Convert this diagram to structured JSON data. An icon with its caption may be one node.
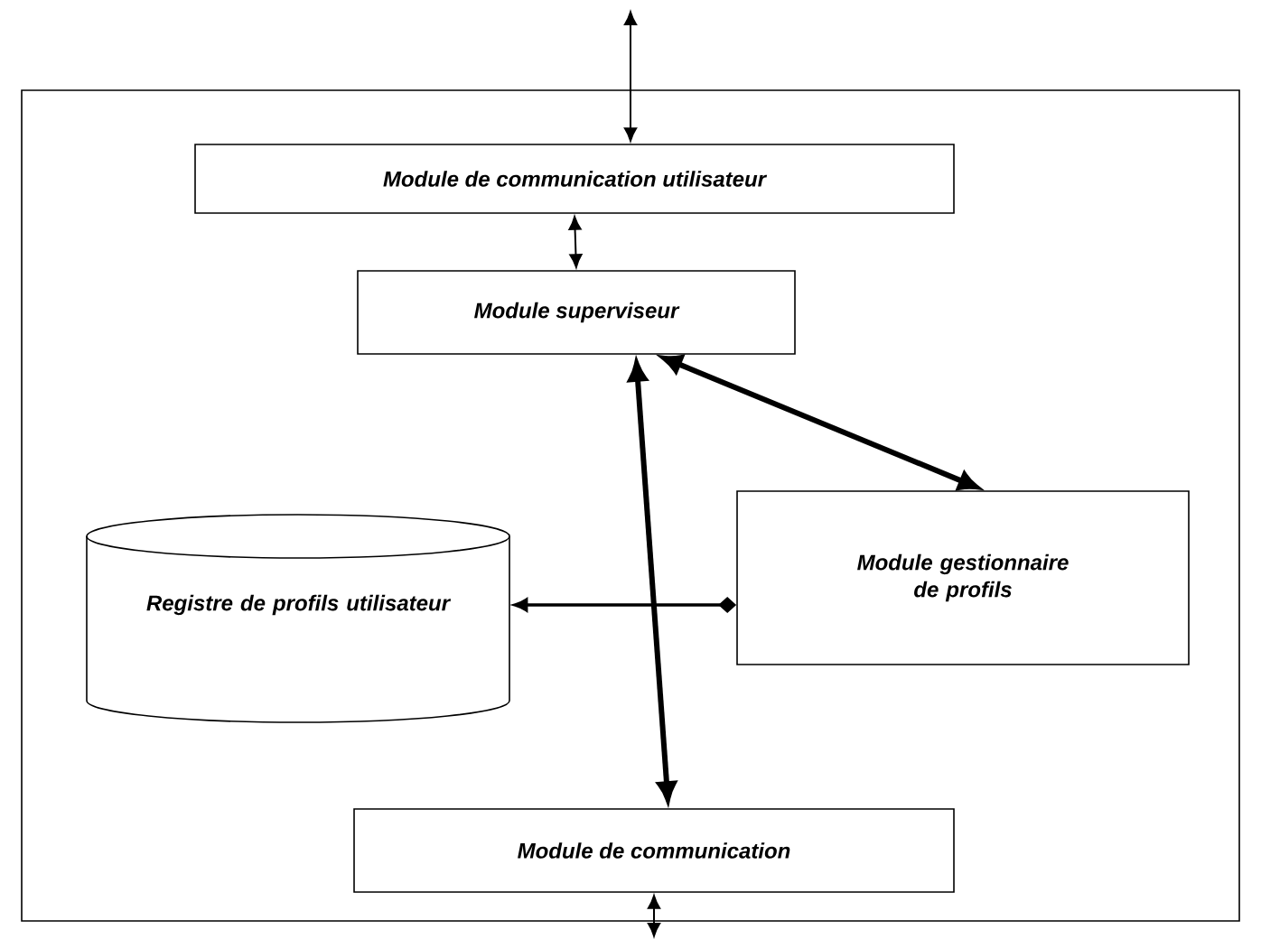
{
  "diagram": {
    "nodes": [
      {
        "text": [],
        "shape": "box"
      },
      {
        "text": [
          "Module de communication utilisateur"
        ],
        "in": 0
      },
      {
        "text": [
          "Module superviseur"
        ],
        "in": 0
      },
      {
        "text": [
          "Registre de profils utilisateur"
        ],
        "in": 0
      },
      {
        "text": [
          "Module gestionnaire de profils"
        ],
        "in": 0
      },
      {
        "text": [
          "Module de communication"
        ],
        "in": 0
      }
    ],
    "edges": [
      {
        "from": null,
        "to": 1,
        "arrow": "both"
      },
      {
        "from": 1,
        "to": 2,
        "arrow": "both"
      },
      {
        "from": 2,
        "to": 5,
        "arrow": "both",
        "style": "thick"
      },
      {
        "from": 2,
        "to": 4,
        "arrow": "both",
        "style": "thick"
      },
      {
        "from": 4,
        "to": 3,
        "arrow": "to"
      },
      {
        "from": 5,
        "to": null,
        "arrow": "both"
      }
    ]
  }
}
